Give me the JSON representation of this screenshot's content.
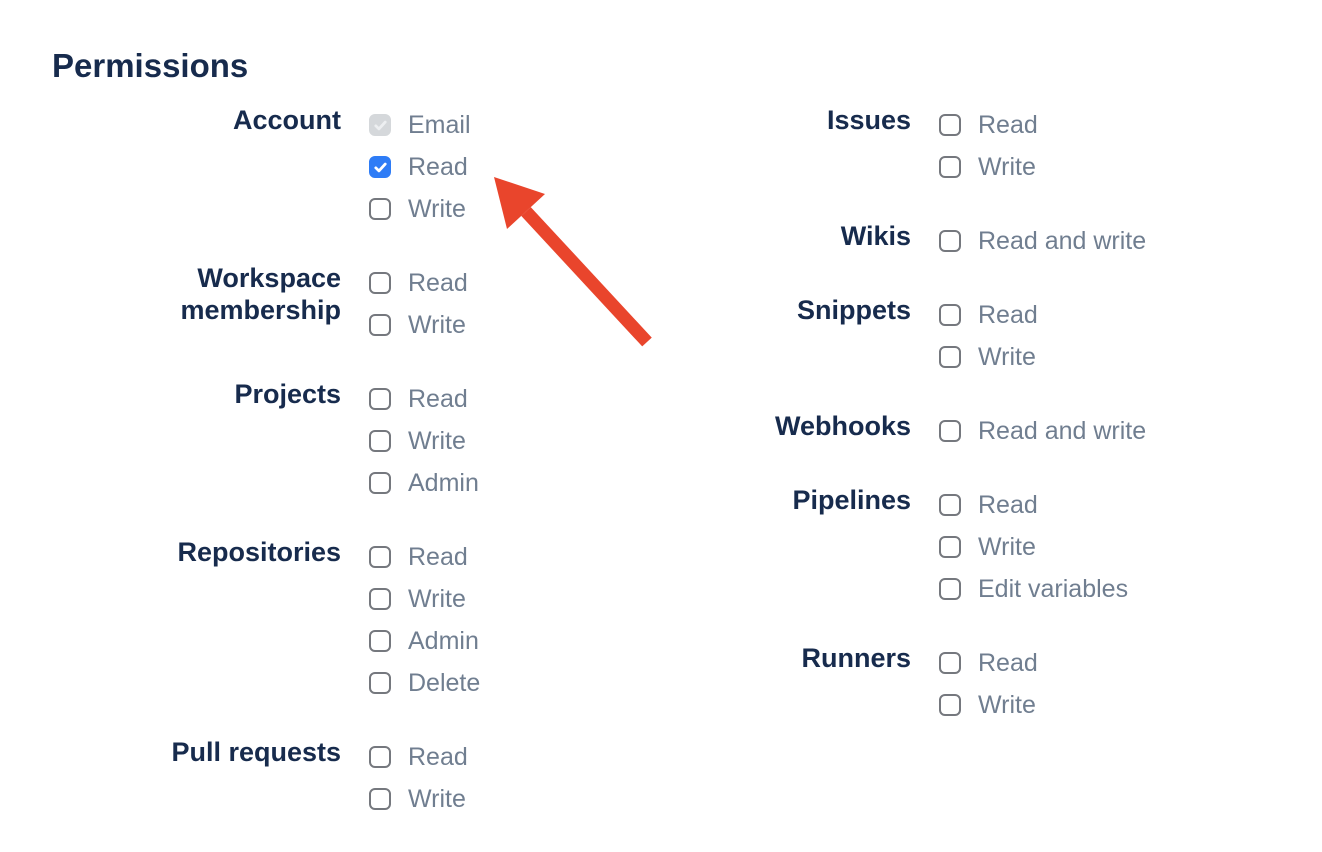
{
  "title": "Permissions",
  "colors": {
    "heading": "#172b4d",
    "group_label": "#172b4d",
    "option_label": "#707e90",
    "checkbox_border": "#75787e",
    "checkbox_checked_bg": "#2e7cf6",
    "checkbox_disabled_bg": "#d5d8db",
    "arrow": "#e9452c"
  },
  "annotation": {
    "type": "red-arrow",
    "points_to": "Account Read checkbox"
  },
  "columns": [
    {
      "groups": [
        {
          "label": "Account",
          "options": [
            {
              "label": "Email",
              "state": "checked-disabled"
            },
            {
              "label": "Read",
              "state": "checked"
            },
            {
              "label": "Write",
              "state": "unchecked"
            }
          ]
        },
        {
          "label": "Workspace membership",
          "options": [
            {
              "label": "Read",
              "state": "unchecked"
            },
            {
              "label": "Write",
              "state": "unchecked"
            }
          ]
        },
        {
          "label": "Projects",
          "options": [
            {
              "label": "Read",
              "state": "unchecked"
            },
            {
              "label": "Write",
              "state": "unchecked"
            },
            {
              "label": "Admin",
              "state": "unchecked"
            }
          ]
        },
        {
          "label": "Repositories",
          "options": [
            {
              "label": "Read",
              "state": "unchecked"
            },
            {
              "label": "Write",
              "state": "unchecked"
            },
            {
              "label": "Admin",
              "state": "unchecked"
            },
            {
              "label": "Delete",
              "state": "unchecked"
            }
          ]
        },
        {
          "label": "Pull requests",
          "options": [
            {
              "label": "Read",
              "state": "unchecked"
            },
            {
              "label": "Write",
              "state": "unchecked"
            }
          ]
        }
      ]
    },
    {
      "groups": [
        {
          "label": "Issues",
          "options": [
            {
              "label": "Read",
              "state": "unchecked"
            },
            {
              "label": "Write",
              "state": "unchecked"
            }
          ]
        },
        {
          "label": "Wikis",
          "options": [
            {
              "label": "Read and write",
              "state": "unchecked"
            }
          ]
        },
        {
          "label": "Snippets",
          "options": [
            {
              "label": "Read",
              "state": "unchecked"
            },
            {
              "label": "Write",
              "state": "unchecked"
            }
          ]
        },
        {
          "label": "Webhooks",
          "options": [
            {
              "label": "Read and write",
              "state": "unchecked"
            }
          ]
        },
        {
          "label": "Pipelines",
          "options": [
            {
              "label": "Read",
              "state": "unchecked"
            },
            {
              "label": "Write",
              "state": "unchecked"
            },
            {
              "label": "Edit variables",
              "state": "unchecked"
            }
          ]
        },
        {
          "label": "Runners",
          "options": [
            {
              "label": "Read",
              "state": "unchecked"
            },
            {
              "label": "Write",
              "state": "unchecked"
            }
          ]
        }
      ]
    }
  ]
}
